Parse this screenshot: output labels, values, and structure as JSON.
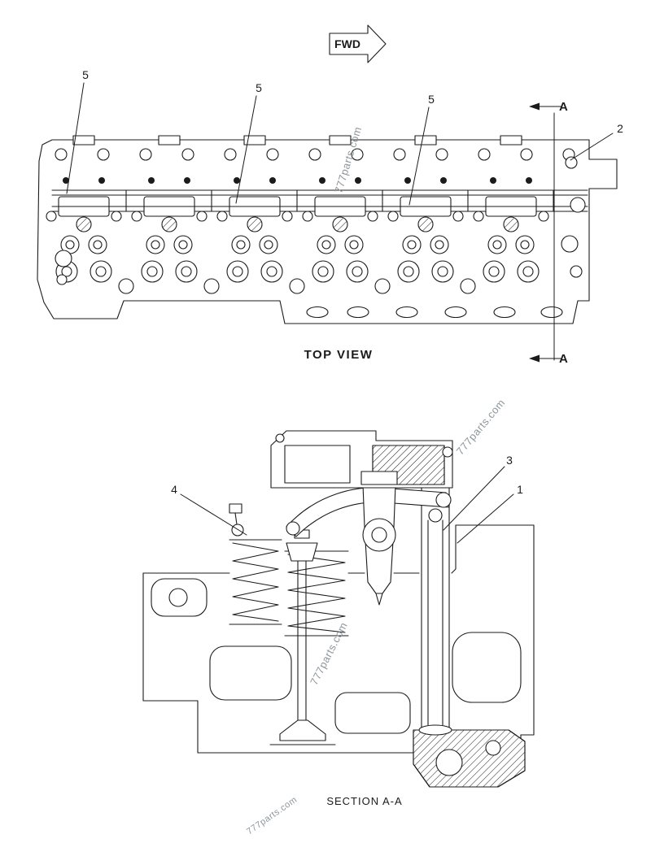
{
  "page": {
    "background": "#ffffff",
    "line_color": "#1b1b1b",
    "watermark_color": "#8e979c"
  },
  "labels": {
    "fwd": "FWD",
    "top_view": "TOP VIEW",
    "section": "SECTION  A-A"
  },
  "section_markers": {
    "top": "A",
    "bottom": "A"
  },
  "callouts": {
    "top_view": [
      {
        "label": "5"
      },
      {
        "label": "5"
      },
      {
        "label": "5"
      },
      {
        "label": "2"
      }
    ],
    "section": [
      {
        "label": "4"
      },
      {
        "label": "3"
      },
      {
        "label": "1"
      }
    ]
  },
  "watermark": {
    "text": "777parts.com"
  }
}
